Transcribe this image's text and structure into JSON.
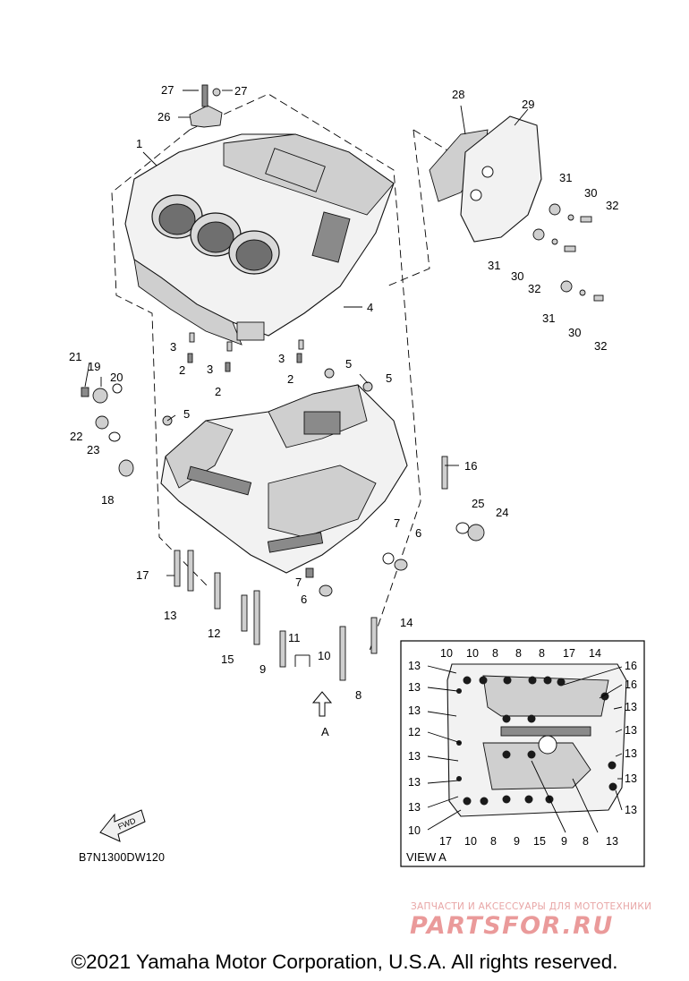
{
  "diagram": {
    "code": "B7N1300DW120",
    "view_label": "VIEW A",
    "view_arrow_label": "A",
    "fwd_label": "FWD",
    "copyright": "©2021 Yamaha Motor Corporation, U.S.A. All rights reserved."
  },
  "callouts": {
    "c1": "1",
    "c2a": "2",
    "c2b": "2",
    "c2c": "2",
    "c3a": "3",
    "c3b": "3",
    "c3c": "3",
    "c4": "4",
    "c5a": "5",
    "c5b": "5",
    "c5c": "5",
    "c6a": "6",
    "c6b": "6",
    "c7": "7",
    "c8": "8",
    "c9": "9",
    "c10": "10",
    "c11": "11",
    "c12": "12",
    "c13": "13",
    "c14": "14",
    "c15": "15",
    "c16": "16",
    "c17": "17",
    "c18": "18",
    "c19": "19",
    "c20": "20",
    "c21": "21",
    "c22": "22",
    "c23": "23",
    "c24": "24",
    "c25": "25",
    "c26": "26",
    "c27a": "27",
    "c27b": "27",
    "c28": "28",
    "c29": "29",
    "c30a": "30",
    "c30b": "30",
    "c30c": "30",
    "c31a": "31",
    "c31b": "31",
    "c31c": "31",
    "c32a": "32",
    "c32b": "32",
    "c32c": "32"
  },
  "view_a": {
    "top_row": [
      "10",
      "10",
      "8",
      "8",
      "8",
      "17",
      "14"
    ],
    "right_col": [
      "16",
      "16",
      "13",
      "13",
      "13",
      "13",
      "13"
    ],
    "left_col": [
      "13",
      "13",
      "13",
      "12",
      "13",
      "13",
      "13",
      "10"
    ],
    "bottom_row": [
      "17",
      "10",
      "8",
      "9",
      "15",
      "9",
      "8",
      "13"
    ]
  },
  "watermark": {
    "tagline": "ЗАПЧАСТИ И АКСЕССУАРЫ ДЛЯ МОТОТЕХНИКИ",
    "brand": "PARTSFOR.RU"
  },
  "colors": {
    "ink": "#000000",
    "part_fill": "#f2f2f2",
    "part_shade": "#cfcfcf",
    "watermark": "#ea9a9a"
  }
}
